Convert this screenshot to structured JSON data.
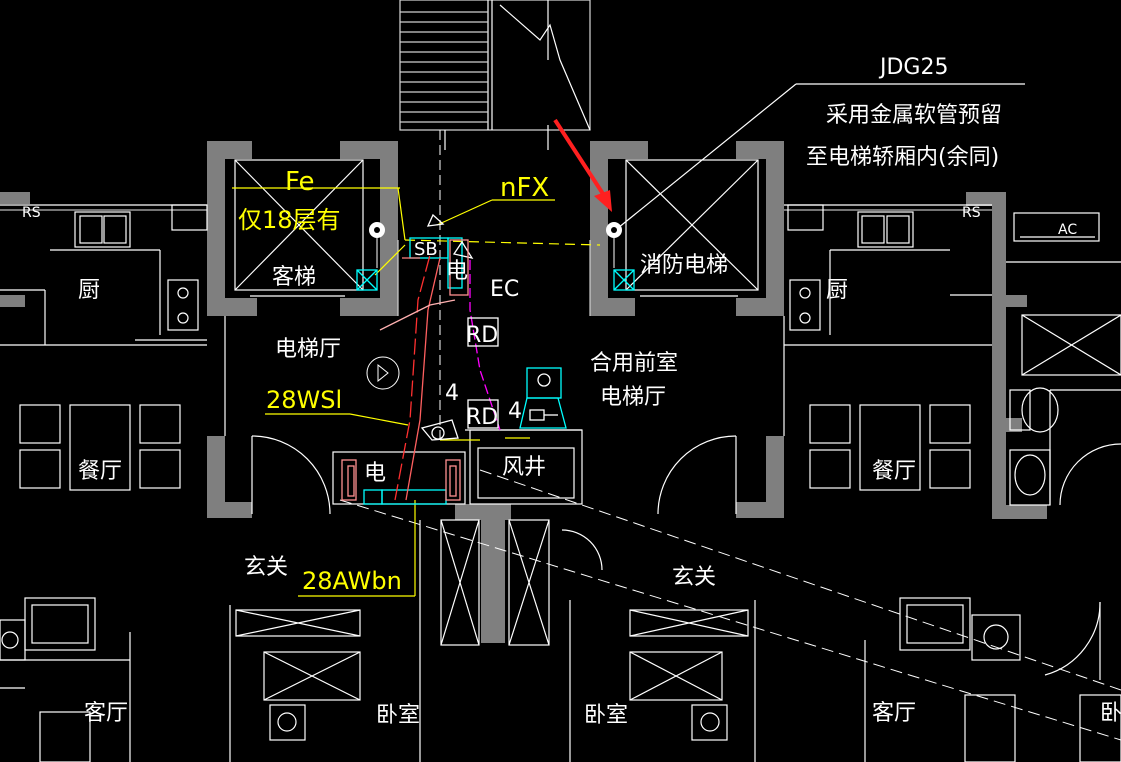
{
  "drawing": {
    "callout": {
      "code": "JDG25",
      "note_line1": "采用金属软管预留",
      "note_line2": "至电梯轿厢内(余同)"
    },
    "labels": {
      "fe": "Fe",
      "only18": "仅18层有",
      "nfx": "nFX",
      "passenger_lift": "客梯",
      "fire_lift": "消防电梯",
      "kitchen_left": "厨",
      "kitchen_right": "厨",
      "lift_hall": "电梯厅",
      "shared_lobby_l1": "合用前室",
      "shared_lobby_l2": "电梯厅",
      "wsl": "28WSl",
      "awbn": "28AWbn",
      "dining_left": "餐厅",
      "dining_right": "餐厅",
      "foyer_left": "玄关",
      "foyer_right": "玄关",
      "living_left": "客厅",
      "living_right": "客厅",
      "bedroom_1": "卧室",
      "bedroom_2": "卧室",
      "bedroom_3": "卧",
      "electric_room": "电",
      "electric_shaft": "电",
      "air_shaft": "风井",
      "sb": "SB",
      "ec": "EC",
      "rd1": "RD",
      "rd2": "RD",
      "four1": "4",
      "four2": "4",
      "rs_left": "RS",
      "rs_right": "RS",
      "ac": "AC"
    },
    "colors": {
      "background": "#000000",
      "walls": "#808080",
      "lines": "#ffffff",
      "annotation": "#ffff00",
      "device": "#00ffff",
      "wiring": "#ff0000",
      "wiring_alt": "#ff00ff",
      "arrow": "#ff2020"
    }
  }
}
